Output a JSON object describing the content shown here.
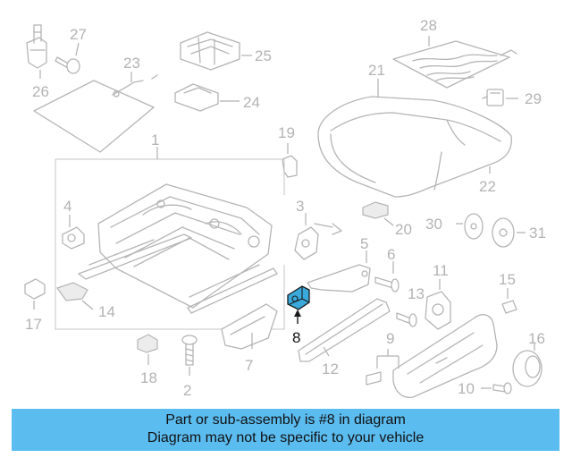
{
  "diagram": {
    "highlighted_part": "8",
    "callouts": [
      "1",
      "2",
      "3",
      "4",
      "5",
      "6",
      "7",
      "8",
      "9",
      "10",
      "11",
      "12",
      "13",
      "14",
      "15",
      "16",
      "17",
      "18",
      "19",
      "20",
      "21",
      "22",
      "23",
      "24",
      "25",
      "26",
      "27",
      "28",
      "29",
      "30",
      "31"
    ]
  },
  "caption": {
    "line1": "Part or sub-assembly is #8 in diagram",
    "line2": "Diagram may not be specific to your vehicle"
  },
  "colors": {
    "caption_bg": "#5bbcf0",
    "highlight": "#3aaadc",
    "line": "#b5b5b5"
  }
}
